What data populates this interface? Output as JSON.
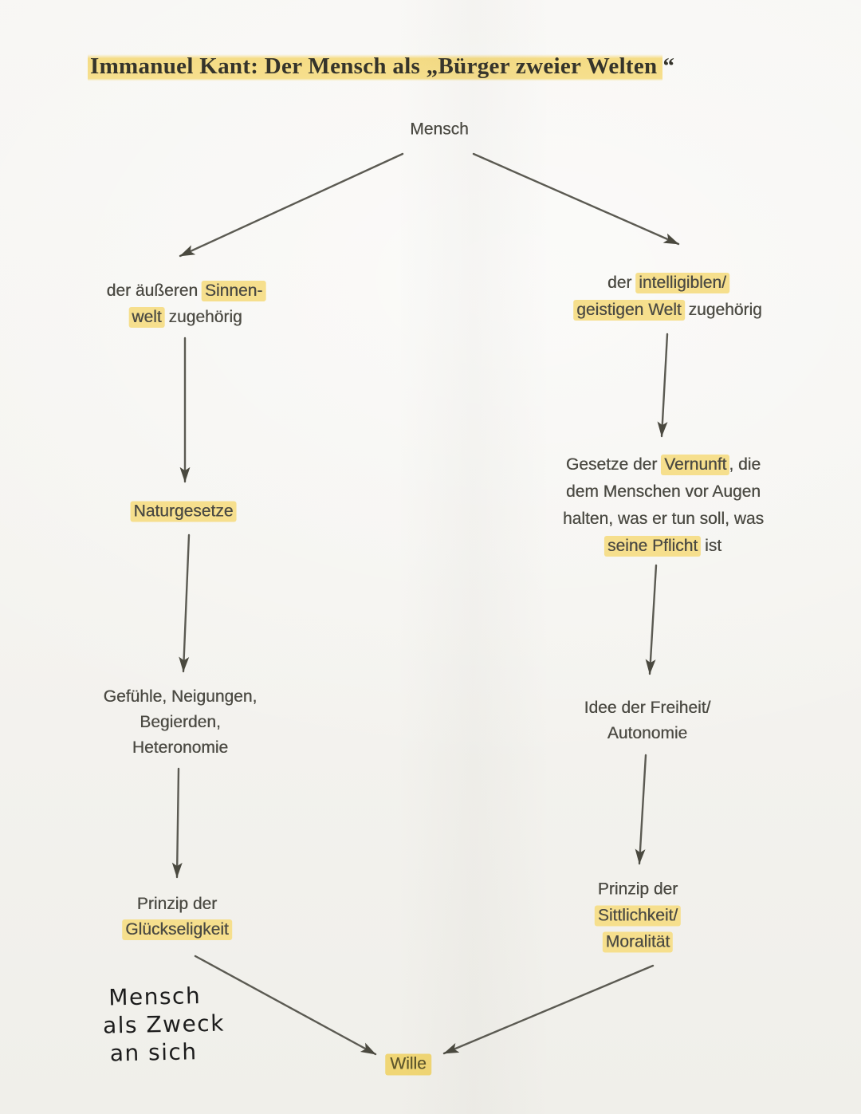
{
  "title": {
    "highlighted": "Immanuel Kant: Der Mensch als „Bürger zweier Welten",
    "suffix": "“"
  },
  "colors": {
    "paper": "#f5f4f0",
    "text": "#4b4a43",
    "highlight": "#f6df8d",
    "arrow": "#5b5a52",
    "handwriting_ink": "#1c1c1c"
  },
  "nodes": {
    "mensch": "Mensch",
    "sinnenwelt": {
      "l1a": "der äußeren ",
      "l1b": "Sinnen-",
      "l2a": "welt",
      "l2b": " zugehörig"
    },
    "geistige_welt": {
      "l1a": "der ",
      "l1b": "intelligiblen/",
      "l2a": "geistigen Welt",
      "l2b": " zugehörig"
    },
    "naturgesetze": "Naturgesetze",
    "vernunft": {
      "l1a": "Gesetze der ",
      "l1b": "Vernunft",
      "l1c": ", die",
      "l2": "dem Menschen vor Augen",
      "l3": "halten, was er tun soll, was",
      "l4a": "seine Pflicht",
      "l4b": " ist"
    },
    "gefuehle": {
      "l1": "Gefühle, Neigungen,",
      "l2": "Begierden,",
      "l3": "Heteronomie"
    },
    "freiheit": {
      "l1": "Idee der Freiheit/",
      "l2": "Autonomie"
    },
    "glueckseligkeit": {
      "l1": "Prinzip der",
      "l2": "Glückseligkeit"
    },
    "sittlichkeit": {
      "l1": "Prinzip der",
      "l2": "Sittlichkeit/",
      "l3": "Moralität"
    },
    "wille": "Wille"
  },
  "annotation": {
    "l1": "Mensch",
    "l2": "als Zweck",
    "l3": "an sich"
  }
}
